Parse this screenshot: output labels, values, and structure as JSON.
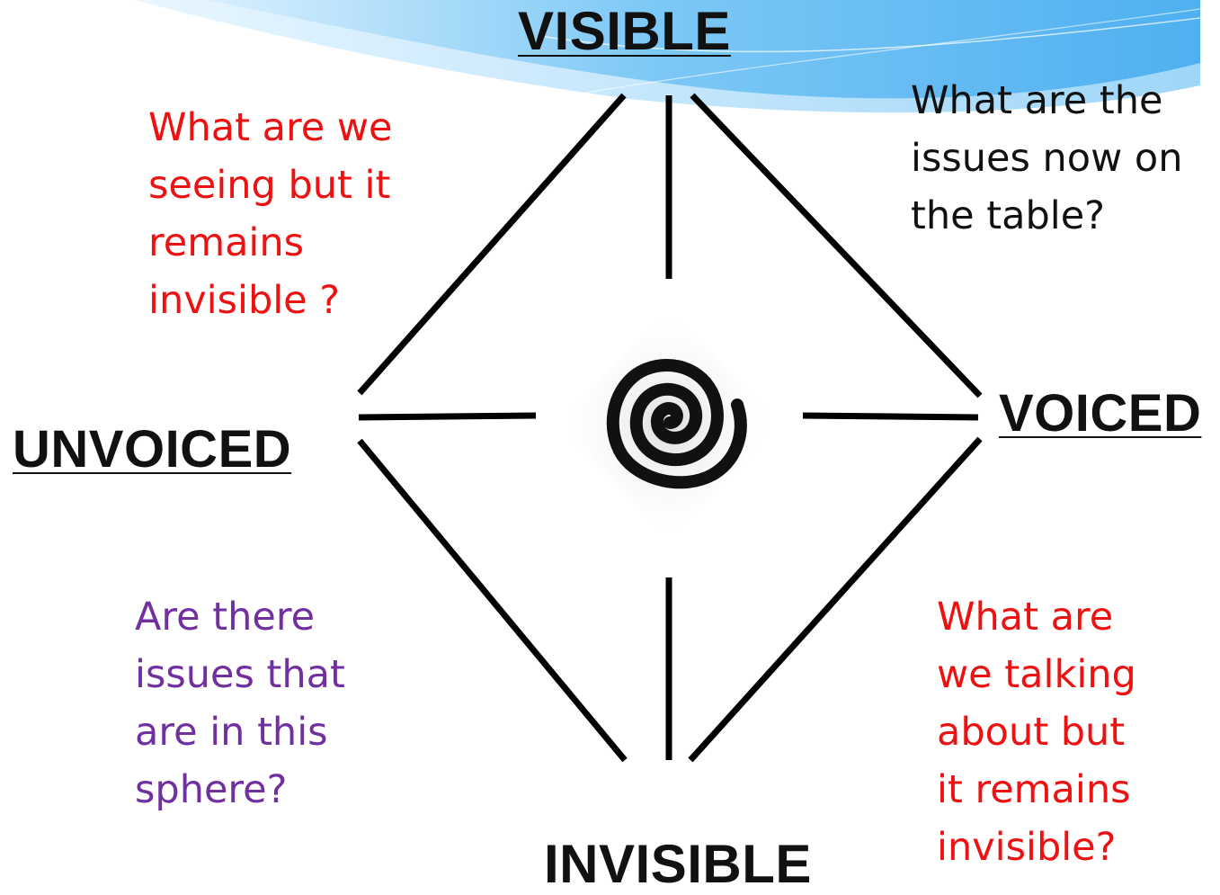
{
  "labels": {
    "top": "VISIBLE",
    "right": "VOICED",
    "left": "UNVOICED",
    "bottom": "INVISIBLE"
  },
  "questions": {
    "top_left": "What are we\nseeing  but it\nremains\ninvisible ?",
    "top_right": "What are the\nissues now on\nthe table?",
    "bottom_left": "Are  there\nissues that\nare in this\nsphere?",
    "bottom_right": "What are\nwe talking\nabout but\nit remains\ninvisible?"
  },
  "colors": {
    "red": "#ee1111",
    "black": "#111111",
    "purple": "#7030a0",
    "wave_light": "#bfe3fb",
    "wave_dark": "#4fb0f0"
  },
  "icons": {
    "center": "spiral-icon"
  }
}
